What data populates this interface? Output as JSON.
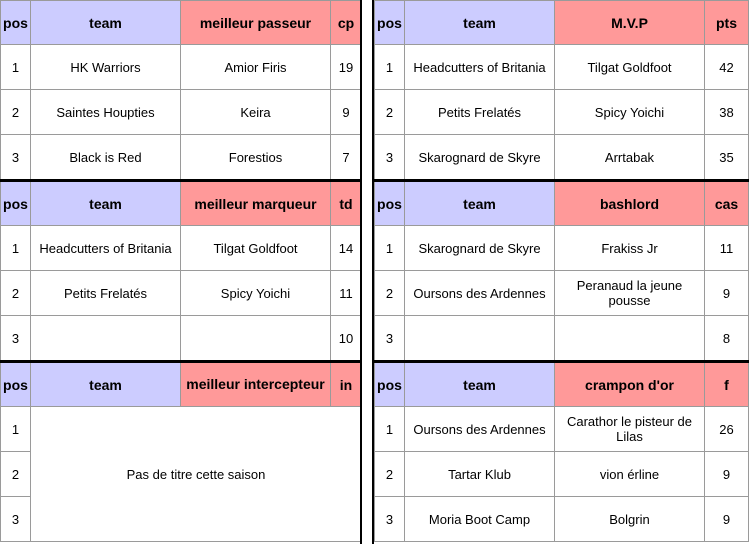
{
  "left": [
    {
      "headers": [
        "pos",
        "team",
        "meilleur passeur",
        "cp"
      ],
      "rows": [
        [
          "1",
          "HK Warriors",
          "Amior Firis",
          "19"
        ],
        [
          "2",
          "Saintes Houpties",
          "Keira",
          "9"
        ],
        [
          "3",
          "Black is Red",
          "Forestios",
          "7"
        ]
      ]
    },
    {
      "headers": [
        "pos",
        "team",
        "meilleur marqueur",
        "td"
      ],
      "rows": [
        [
          "1",
          "Headcutters of Britania",
          "Tilgat Goldfoot",
          "14"
        ],
        [
          "2",
          "Petits Frelatés",
          "Spicy Yoichi",
          "11"
        ],
        [
          "3",
          "",
          "",
          "10"
        ]
      ]
    },
    {
      "headers": [
        "pos",
        "team",
        "meilleur intercepteur",
        "in"
      ],
      "rows": [
        [
          "1"
        ],
        [
          "2"
        ],
        [
          "3"
        ]
      ],
      "merged_text": "Pas de titre cette saison"
    }
  ],
  "right": [
    {
      "headers": [
        "pos",
        "team",
        "M.V.P",
        "pts"
      ],
      "rows": [
        [
          "1",
          "Headcutters of Britania",
          "Tilgat Goldfoot",
          "42"
        ],
        [
          "2",
          "Petits Frelatés",
          "Spicy Yoichi",
          "38"
        ],
        [
          "3",
          "Skarognard de Skyre",
          "Arrtabak",
          "35"
        ]
      ]
    },
    {
      "headers": [
        "pos",
        "team",
        "bashlord",
        "cas"
      ],
      "rows": [
        [
          "1",
          "Skarognard de Skyre",
          "Frakiss Jr",
          "11"
        ],
        [
          "2",
          "Oursons des Ardennes",
          "Peranaud la jeune pousse",
          "9"
        ],
        [
          "3",
          "",
          "",
          "8"
        ]
      ]
    },
    {
      "headers": [
        "pos",
        "team",
        "crampon d'or",
        "f"
      ],
      "rows": [
        [
          "1",
          "Oursons des Ardennes",
          "Carathor le pisteur de Lilas",
          "26"
        ],
        [
          "2",
          "Tartar Klub",
          "vion érline",
          "9"
        ],
        [
          "3",
          "Moria Boot Camp",
          "Bolgrin",
          "9"
        ]
      ]
    }
  ]
}
